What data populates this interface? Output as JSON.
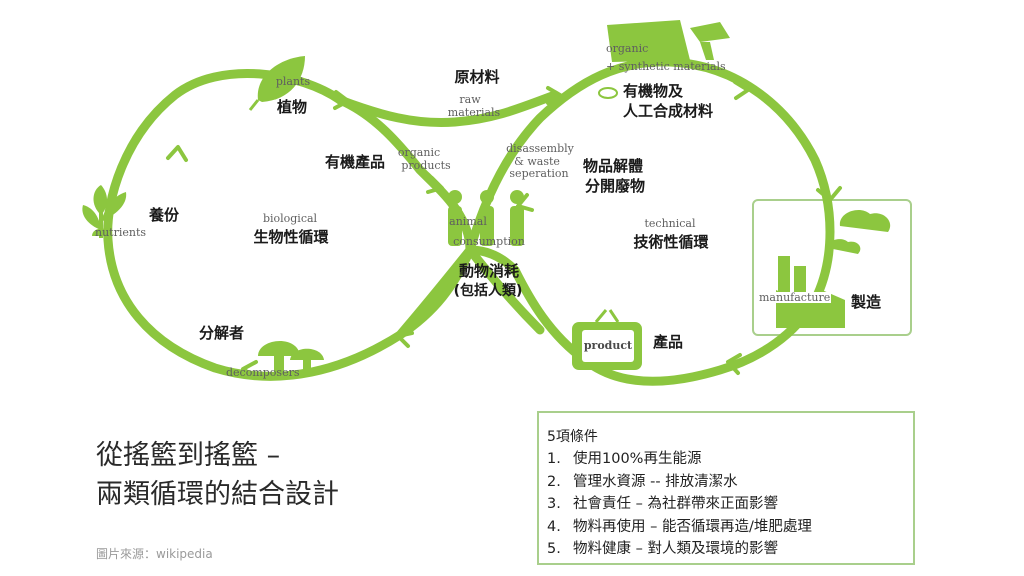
{
  "colors": {
    "green": "#8cc63f",
    "light_green": "#a9cf8c",
    "text": "#1a1a1a"
  },
  "biological_cycle": {
    "label_en": "biological",
    "label_zh": "生物性循環",
    "nodes": {
      "plants": {
        "en": "plants",
        "zh": "植物",
        "icon": "leaf-icon"
      },
      "nutrients": {
        "en": "nutrients",
        "zh": "養份",
        "icon": "sprout-icon"
      },
      "decomposers": {
        "en": "decomposers",
        "zh": "分解者",
        "icon": "mushroom-icon"
      },
      "organic_products": {
        "en_line1": "organic",
        "en_line2": "products",
        "zh": "有機產品"
      }
    }
  },
  "technical_cycle": {
    "label_en": "technical",
    "label_zh": "技術性循環",
    "nodes": {
      "organic_synthetic": {
        "en_line1": "organic",
        "en_line2": "+ synthetic materials",
        "zh_line1": "有機物及",
        "zh_line2": "人工合成材料",
        "icon": "beaker-icon"
      },
      "disassembly": {
        "en_line1": "disassembly",
        "en_line2": "& waste",
        "en_line3": "seperation",
        "zh_line1": "物品解體",
        "zh_line2": "分開廢物"
      },
      "manufacture": {
        "en": "manufacture",
        "zh": "製造",
        "icon": "factory-icon"
      },
      "product": {
        "en": "product",
        "zh": "產品",
        "icon": "tv-icon"
      }
    }
  },
  "shared": {
    "raw_materials": {
      "zh": "原材料",
      "en_line1": "raw",
      "en_line2": "materials"
    },
    "animal_consumption": {
      "en_line1": "animal",
      "en_line2": "consumption",
      "zh_line1": "動物消耗",
      "zh_line2": "(包括人類)",
      "icon": "people-icon"
    }
  },
  "title": {
    "line1": "從搖籃到搖籃 –",
    "line2": "兩類循環的結合設計"
  },
  "credit": "圖片來源：wikipedia",
  "conditions": {
    "title": "5項條件",
    "items": [
      {
        "num": "1.",
        "text": "使用100%再生能源"
      },
      {
        "num": "2.",
        "text": "管理水資源 -- 排放清潔水"
      },
      {
        "num": "3.",
        "text": "社會責任 – 為社群帶來正面影響"
      },
      {
        "num": "4.",
        "text": "物料再使用 – 能否循環再造/堆肥處理"
      },
      {
        "num": "5.",
        "text": "物料健康 – 對人類及環境的影響"
      }
    ]
  }
}
